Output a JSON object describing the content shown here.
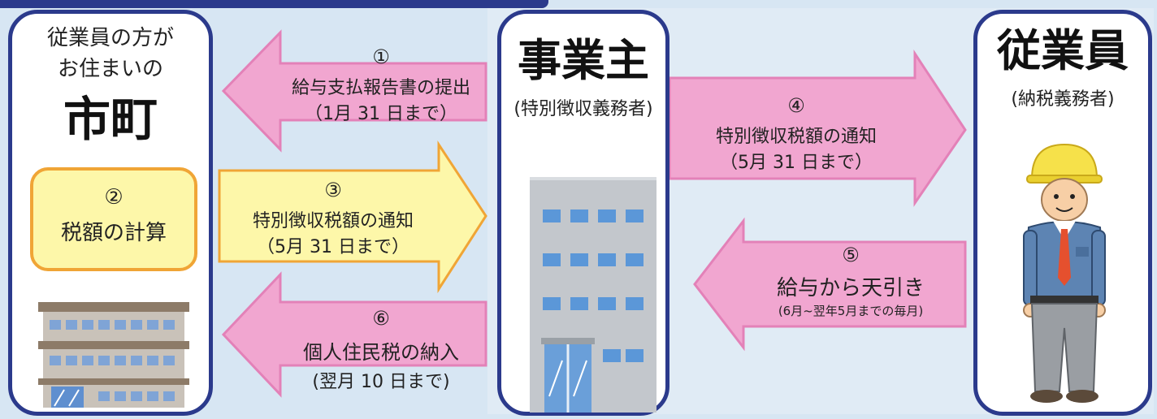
{
  "city": {
    "desc_line1": "従業員の方が",
    "desc_line2": "お住まいの",
    "title": "市町"
  },
  "calc": {
    "num": "②",
    "label": "税額の計算"
  },
  "employer": {
    "title": "事業主",
    "subtitle": "(特別徴収義務者)"
  },
  "employee": {
    "title": "従業員",
    "subtitle": "(納税義務者)"
  },
  "steps": {
    "s1": {
      "num": "①",
      "label": "給与支払報告書の提出",
      "deadline": "（1月 31 日まで）"
    },
    "s3": {
      "num": "③",
      "label": "特別徴収税額の通知",
      "deadline": "（5月 31 日まで）"
    },
    "s4": {
      "num": "④",
      "label": "特別徴収税額の通知",
      "deadline": "（5月 31 日まで）"
    },
    "s5": {
      "num": "⑤",
      "label": "給与から天引き",
      "period": "(6月~翌年5月までの毎月)"
    },
    "s6": {
      "num": "⑥",
      "label": "個人住民税の納入",
      "deadline": "(翌月 10 日まで)"
    }
  }
}
